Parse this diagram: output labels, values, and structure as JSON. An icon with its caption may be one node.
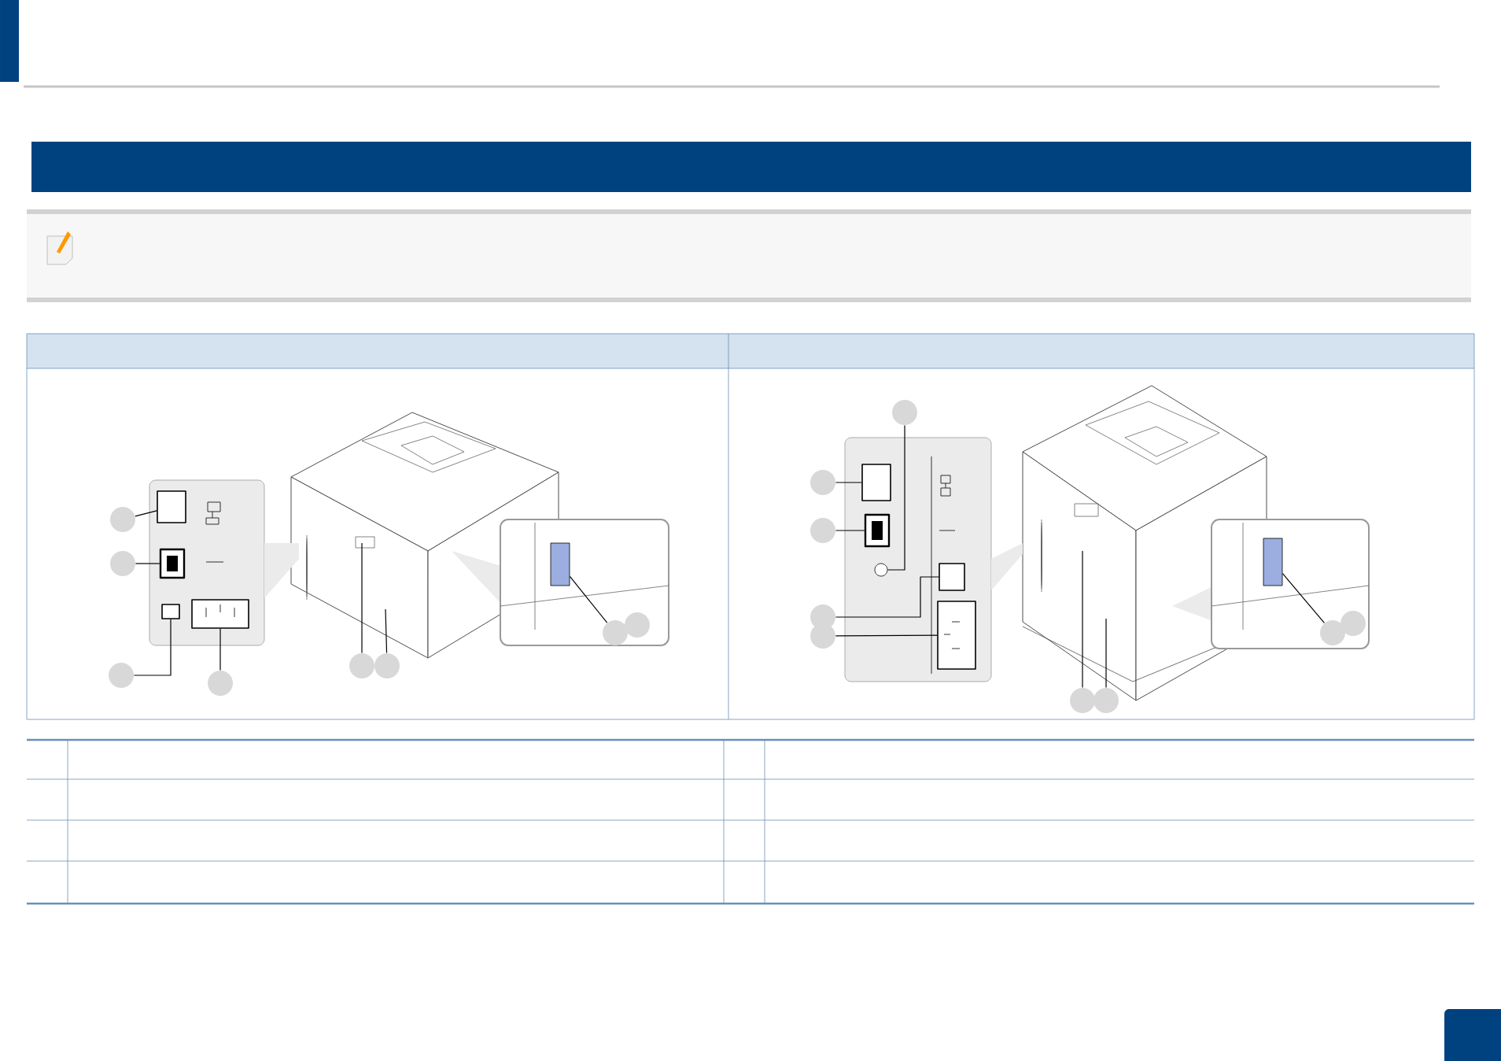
{
  "diagram": {
    "nodes": [
      {
        "text": [],
        "shape": "circle"
      },
      {
        "text": [],
        "shape": "circle"
      },
      {
        "text": [],
        "shape": "circle"
      },
      {
        "text": [],
        "shape": "circle"
      },
      {
        "text": [],
        "shape": "circle"
      },
      {
        "text": [],
        "shape": "circle"
      },
      {
        "text": [],
        "shape": "circle"
      },
      {
        "text": [],
        "shape": "circle"
      },
      {
        "text": [],
        "shape": "circle"
      },
      {
        "text": [],
        "shape": "circle"
      },
      {
        "text": [],
        "shape": "circle"
      },
      {
        "text": [],
        "shape": "circle"
      },
      {
        "text": [],
        "shape": "circle"
      },
      {
        "text": [],
        "shape": "circle"
      },
      {
        "text": [],
        "shape": "circle"
      },
      {
        "text": [],
        "shape": "circle"
      },
      {
        "text": [],
        "shape": "circle"
      },
      {
        "text": [],
        "shape": "box"
      },
      {
        "text": [],
        "shape": "box"
      },
      {
        "text": [],
        "shape": "bar"
      },
      {
        "text": [],
        "shape": "box"
      },
      {
        "text": [],
        "shape": "box"
      },
      {
        "text": [],
        "shape": "box"
      },
      {
        "text": [],
        "shape": "box"
      },
      {
        "text": [],
        "shape": "circle"
      },
      {
        "text": [],
        "shape": "box"
      },
      {
        "text": [],
        "shape": "box"
      },
      {
        "text": [],
        "shape": "box"
      },
      {
        "text": [],
        "shape": "box"
      }
    ],
    "edges": [
      {
        "from": 0,
        "to": 20,
        "arrow": "none"
      },
      {
        "from": 1,
        "to": 21,
        "arrow": "none"
      },
      {
        "from": 2,
        "to": 22,
        "arrow": "none"
      },
      {
        "from": 3,
        "to": 23,
        "arrow": "none"
      },
      {
        "from": 4,
        "to": null,
        "arrow": "none"
      },
      {
        "from": 5,
        "to": null,
        "arrow": "none"
      },
      {
        "from": 6,
        "to": 17,
        "arrow": "none"
      },
      {
        "from": 8,
        "to": 24,
        "arrow": "none"
      },
      {
        "from": 9,
        "to": 25,
        "arrow": "none"
      },
      {
        "from": 10,
        "to": 26,
        "arrow": "none"
      },
      {
        "from": 11,
        "to": 27,
        "arrow": "none"
      },
      {
        "from": 12,
        "to": 28,
        "arrow": "none"
      },
      {
        "from": 13,
        "to": null,
        "arrow": "none"
      },
      {
        "from": 14,
        "to": null,
        "arrow": "none"
      },
      {
        "from": 15,
        "to": 18,
        "arrow": "none"
      }
    ]
  }
}
